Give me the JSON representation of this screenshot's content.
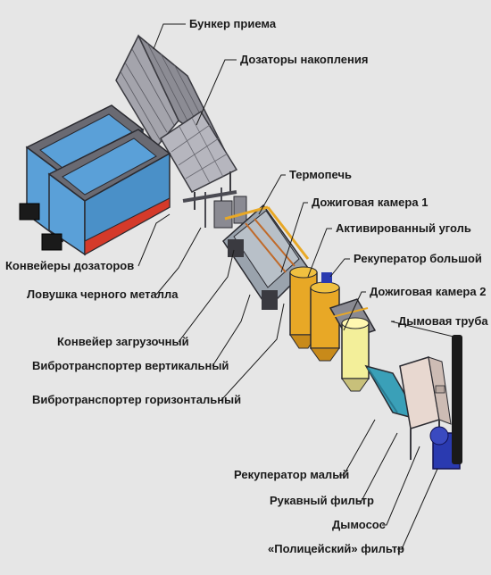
{
  "labels": {
    "bunker_priema": "Бункер приема",
    "dozatory_nakopleniya": "Дозаторы накопления",
    "termopech": "Термопечь",
    "dozhigovaya_kamera_1": "Дожиговая камера 1",
    "aktivirovanny_ugol": "Активированный уголь",
    "rekuperator_bolshoy": "Рекуператор большой",
    "dozhigovaya_kamera_2": "Дожиговая камера 2",
    "dymovaya_truba": "Дымовая труба",
    "konveyery_dozatorov": "Конвейеры дозаторов",
    "lovushka_chernogo_metalla": "Ловушка черного металла",
    "konveyer_zagruzochny": "Конвейер загрузочный",
    "vibrotransporter_vertikalny": "Вибротранспортер вертикальный",
    "vibrotransporter_gorizontalny": "Вибротранспортер горизонтальный",
    "rekuperator_maly": "Рекуператор малый",
    "rukavny_filtr": "Рукавный фильтр",
    "dymosos": "Дымосос",
    "politseysky_filtr": "«Полицейский» фильтр"
  },
  "colors": {
    "hopper_frame": "#4a4a52",
    "hopper_panel": "#5aa0d8",
    "conveyor_red": "#d43a2a",
    "kiln_body": "#9aa3ad",
    "chamber_yellow": "#e8a826",
    "chamber_light": "#f3ef9a",
    "duct_teal": "#3aa0b8",
    "filter_pink": "#e8d8d0",
    "fan_blue": "#2a3ab0",
    "chimney": "#1a1a1a",
    "leader": "#1a1a1a"
  }
}
